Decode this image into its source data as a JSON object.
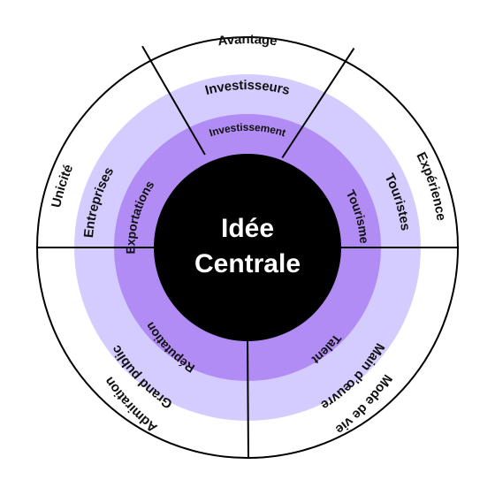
{
  "colors": {
    "outer_ring": "#ffffff",
    "light_ring": "#d4ccff",
    "mid_ring": "#b18cf5",
    "core": "#000000",
    "divider": "#000000"
  },
  "center": {
    "line1": "Idée",
    "line2": "Centrale"
  },
  "sections": [
    {
      "outer": "Avantage",
      "ring2": "Investisseurs",
      "ring3": "Investissement"
    },
    {
      "outer": "Expérience",
      "ring2": "Touristes",
      "ring3": "Tourisme"
    },
    {
      "outer": "Mode de vie",
      "ring2": "Main d’œuvre",
      "ring3": "Talent"
    },
    {
      "outer": "Admiration",
      "ring2": "Grand public",
      "ring3": "Réputation"
    },
    {
      "outer": "Unicité",
      "ring2": "Entreprises",
      "ring3": "Exportations"
    }
  ]
}
